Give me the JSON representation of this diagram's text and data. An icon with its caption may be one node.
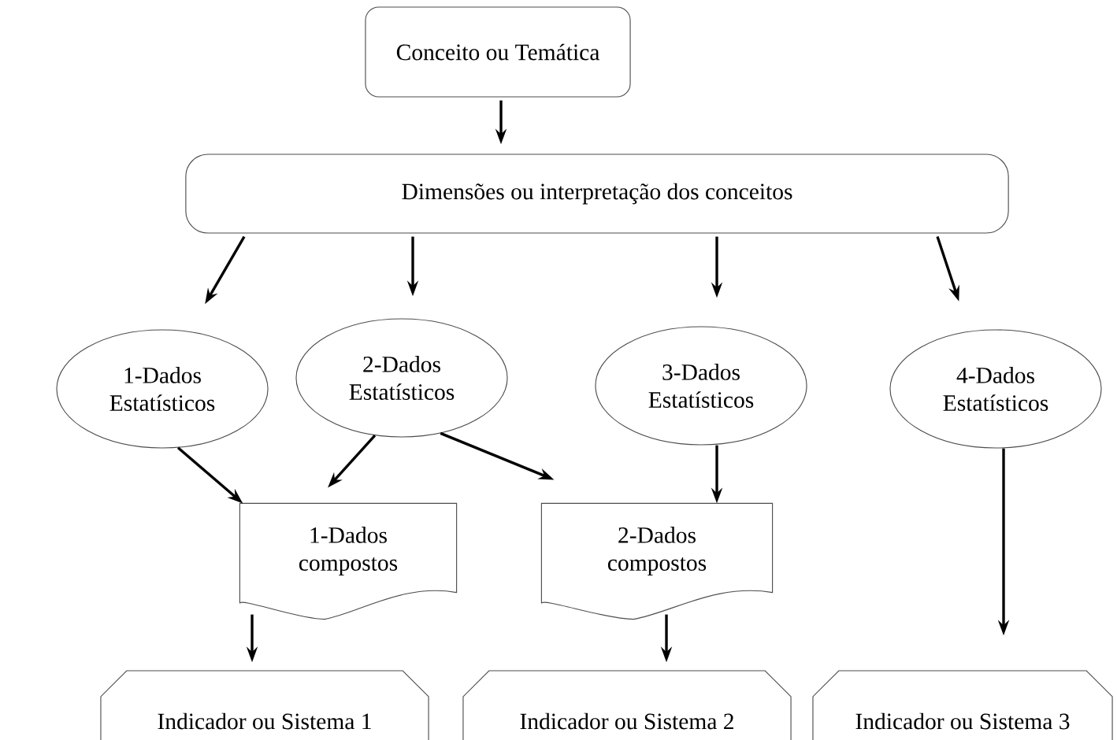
{
  "diagram": {
    "nodes": [
      {
        "text": [
          "Conceito ou Temática"
        ]
      },
      {
        "text": [
          "Dimensões ou interpretação dos conceitos"
        ]
      },
      {
        "text": [
          "1-Dados Estatísticos"
        ]
      },
      {
        "text": [
          "2-Dados Estatísticos"
        ]
      },
      {
        "text": [
          "3-Dados Estatísticos"
        ]
      },
      {
        "text": [
          "4-Dados Estatísticos"
        ]
      },
      {
        "text": [
          "1-Dados compostos"
        ]
      },
      {
        "text": [
          "2-Dados compostos"
        ]
      },
      {
        "text": [
          "Indicador ou Sistema 1"
        ]
      },
      {
        "text": [
          "Indicador ou Sistema 2"
        ]
      },
      {
        "text": [
          "Indicador ou Sistema 3"
        ]
      }
    ],
    "edges": [
      {
        "from": 0,
        "to": 1,
        "arrow": "to"
      },
      {
        "from": 1,
        "to": 2,
        "arrow": "to"
      },
      {
        "from": 1,
        "to": 3,
        "arrow": "to"
      },
      {
        "from": 1,
        "to": 4,
        "arrow": "to"
      },
      {
        "from": 1,
        "to": 5,
        "arrow": "to"
      },
      {
        "from": 2,
        "to": 6,
        "arrow": "to"
      },
      {
        "from": 3,
        "to": 6,
        "arrow": "to"
      },
      {
        "from": 3,
        "to": 7,
        "arrow": "to"
      },
      {
        "from": 4,
        "to": 7,
        "arrow": "to"
      },
      {
        "from": 5,
        "to": 10,
        "arrow": "to"
      },
      {
        "from": 6,
        "to": 8,
        "arrow": "to"
      },
      {
        "from": 7,
        "to": 9,
        "arrow": "to"
      }
    ]
  }
}
